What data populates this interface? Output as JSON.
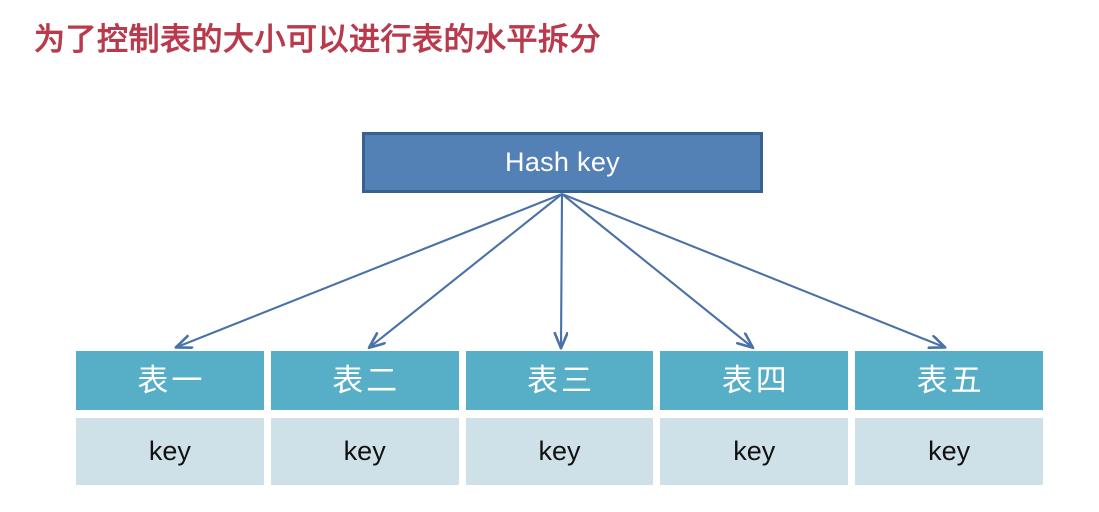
{
  "slide": {
    "title": "为了控制表的大小可以进行表的水平拆分",
    "background_color": "#ffffff",
    "title_color": "#b93a4c"
  },
  "hash_key": {
    "label": "Hash key",
    "fill_color": "#5380b5",
    "border_color": "#39618f",
    "text_color": "#ffffff"
  },
  "arrows": {
    "color": "#4a72a8",
    "count": 5,
    "origin_label": "Hash key",
    "targets": [
      "表一",
      "表二",
      "表三",
      "表四",
      "表五"
    ]
  },
  "tables": {
    "header_color": "#57aec7",
    "body_color": "#cfe1e8",
    "header_text_color": "#ffffff",
    "body_text_color": "#111111",
    "items": [
      {
        "name": "表一",
        "value": "key"
      },
      {
        "name": "表二",
        "value": "key"
      },
      {
        "name": "表三",
        "value": "key"
      },
      {
        "name": "表四",
        "value": "key"
      },
      {
        "name": "表五",
        "value": "key"
      }
    ]
  }
}
